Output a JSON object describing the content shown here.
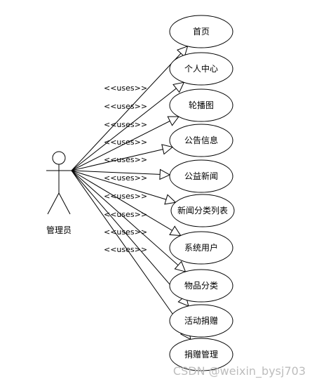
{
  "actor": {
    "label": "管理员"
  },
  "relation_label": "<<uses>>",
  "use_cases": [
    {
      "label": "首页"
    },
    {
      "label": "个人中心"
    },
    {
      "label": "轮播图"
    },
    {
      "label": "公告信息"
    },
    {
      "label": "公益新闻"
    },
    {
      "label": "新闻分类列表"
    },
    {
      "label": "系统用户"
    },
    {
      "label": "物品分类"
    },
    {
      "label": "活动捐赠"
    },
    {
      "label": "捐赠管理"
    }
  ],
  "watermark": "CSDN @weixin_bysj703",
  "colors": {
    "stroke": "#000000",
    "watermark": "#bdbdbd"
  }
}
